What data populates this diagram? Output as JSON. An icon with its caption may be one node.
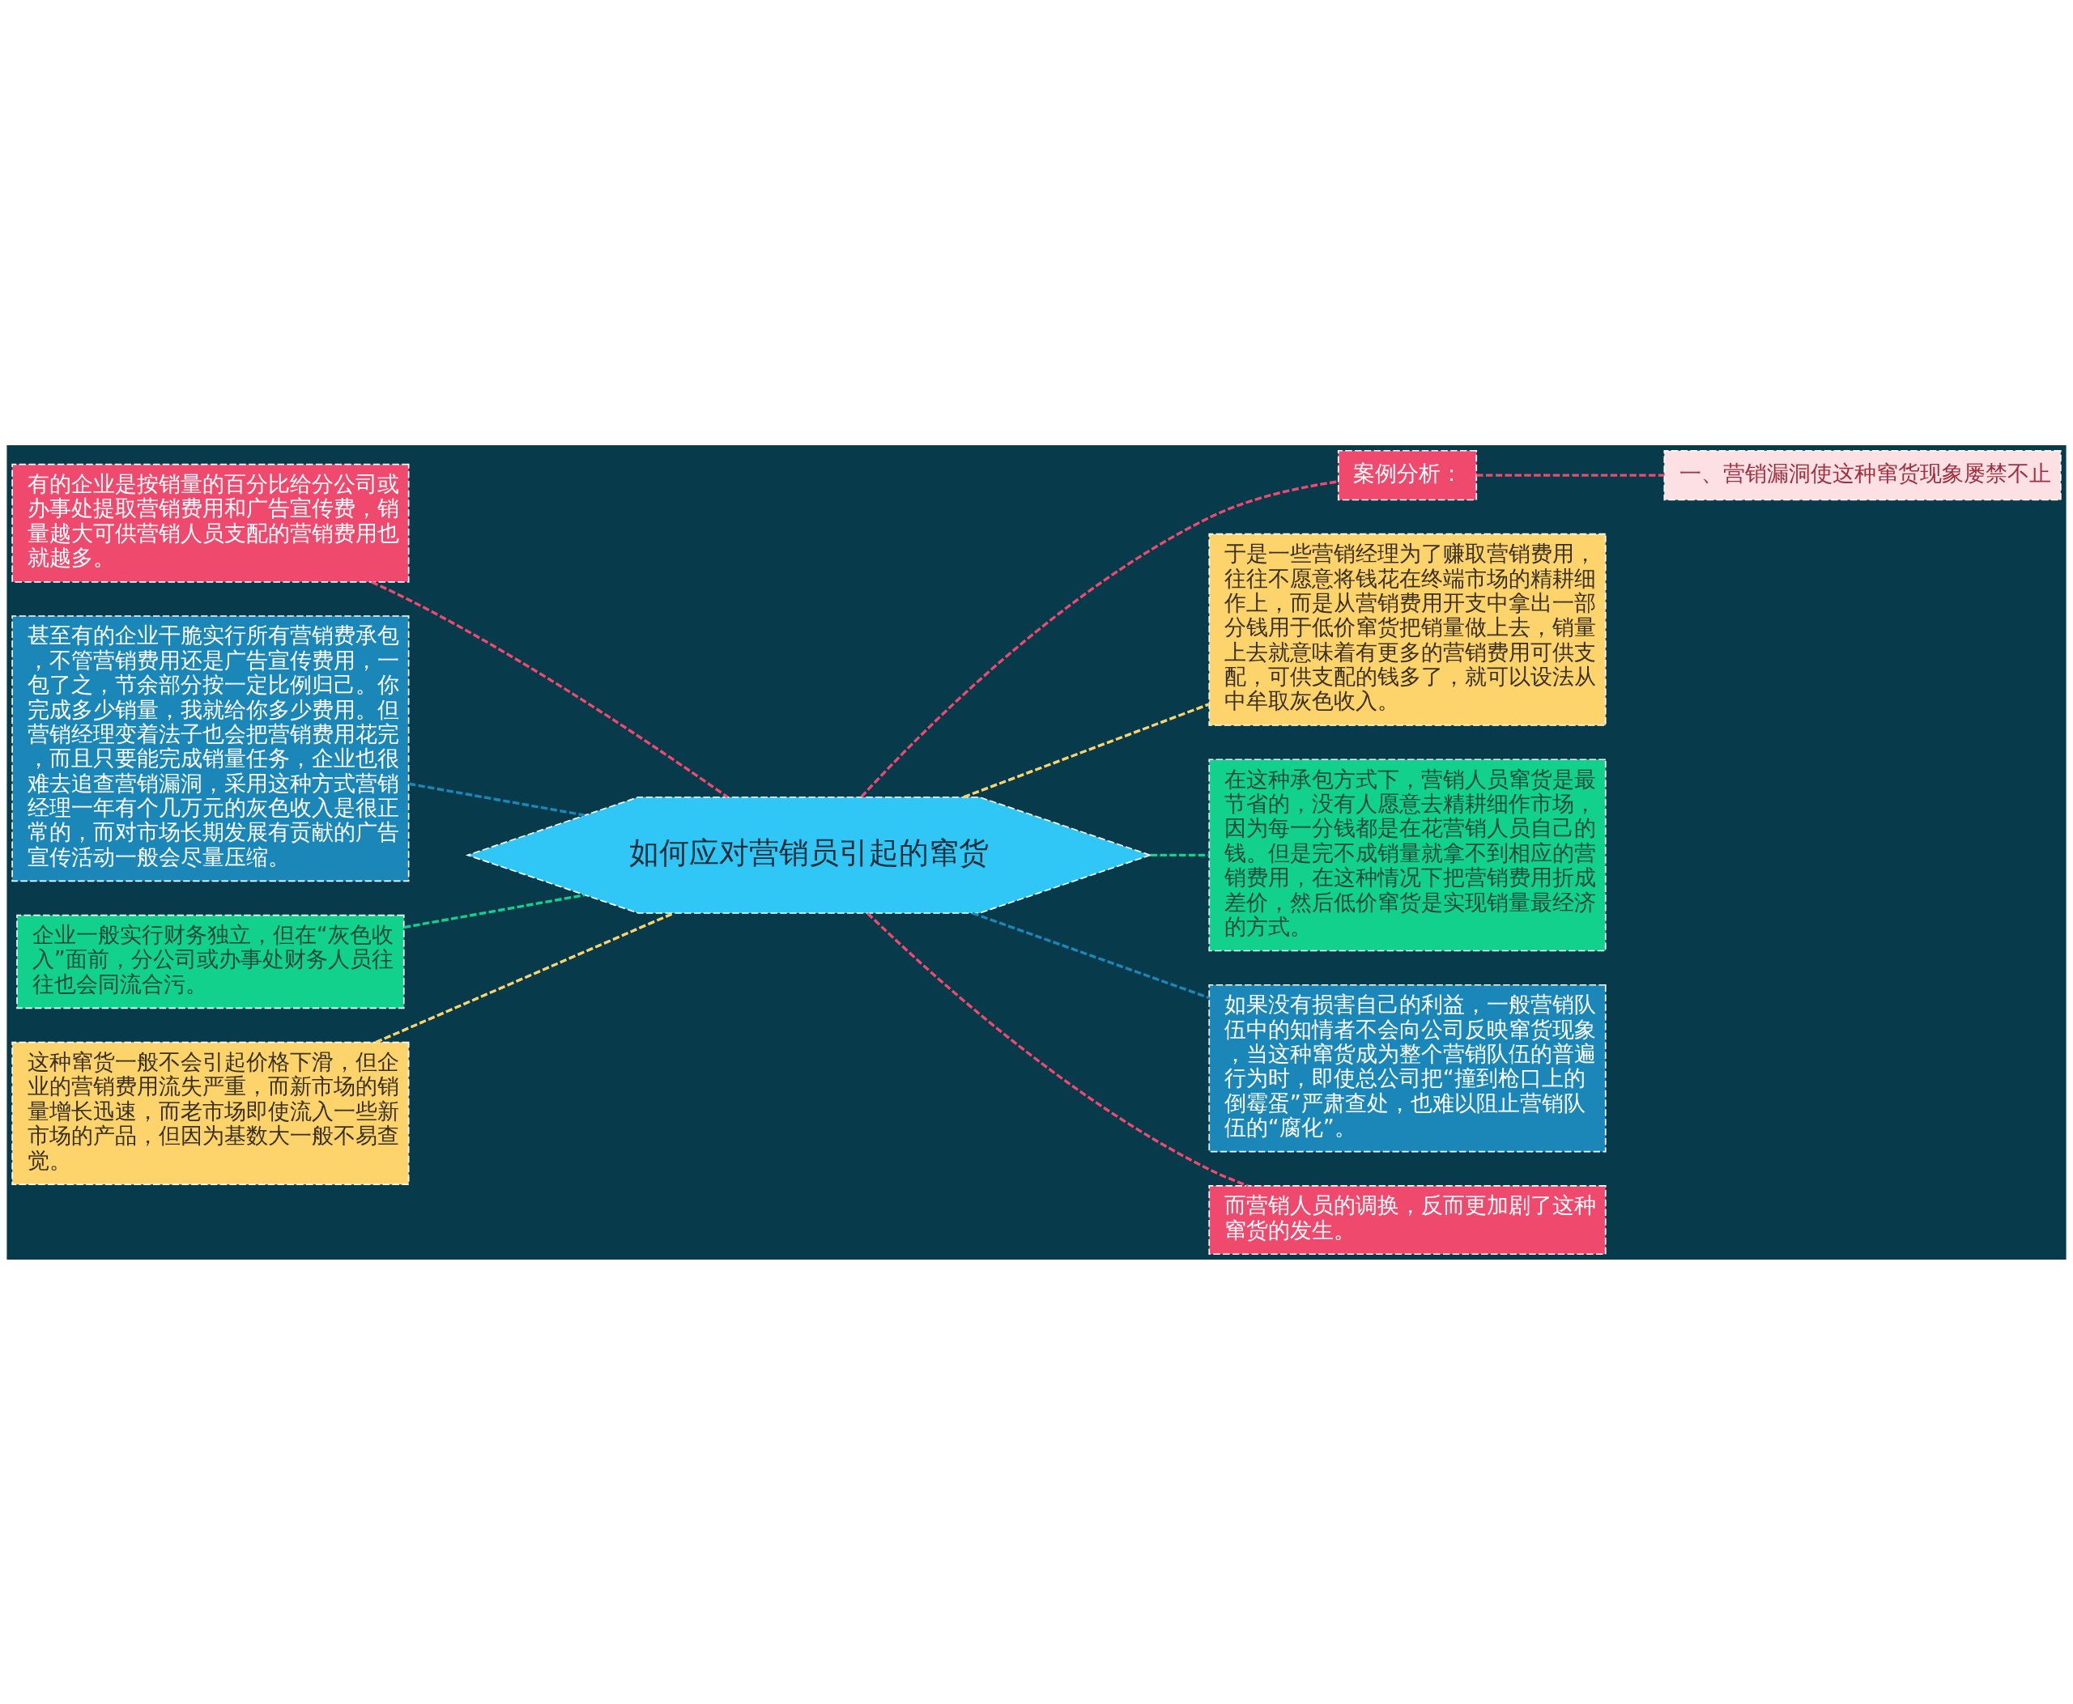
{
  "diagram": {
    "nodes": [
      {
        "text": [
          "如何应对营销员引起的窜货"
        ]
      },
      {
        "text": [
          "有的企业是按销量的百分比给分公司或办事处提取营销费用和广告宣传费，销量越大可供营销人员支配的营销费用也就越多。"
        ]
      },
      {
        "text": [
          "甚至有的企业干脆实行所有营销费承包，不管营销费用还是广告宣传费用，一包了之，节余部分按一定比例归己。你完成多少销量，我就给你多少费用。但营销经理变着法子也会把营销费用花完，而且只要能完成销量任务，企业也很难去追查营销漏洞，采用这种方式营销经理一年有个几万元的灰色收入是很正常的，而对市场长期发展有贡献的广告宣传活动一般会尽量压缩。"
        ]
      },
      {
        "text": [
          "企业一般实行财务独立，但在“灰色收入”面前，分公司或办事处财务人员往往也会同流合污。"
        ]
      },
      {
        "text": [
          "这种窜货一般不会引起价格下滑，但企业的营销费用流失严重，而新市场的销量增长迅速，而老市场即使流入一些新市场的产品，但因为基数大一般不易查觉。"
        ]
      },
      {
        "text": [
          "案例分析："
        ]
      },
      {
        "text": [
          "一、营销漏洞使这种窜货现象屡禁不止"
        ]
      },
      {
        "text": [
          "于是一些营销经理为了赚取营销费用，往往不愿意将钱花在终端市场的精耕细作上，而是从营销费用开支中拿出一部分钱用于低价窜货把销量做上去，销量上去就意味着有更多的营销费用可供支配，可供支配的钱多了，就可以设法从中牟取灰色收入。"
        ]
      },
      {
        "text": [
          "在这种承包方式下，营销人员窜货是最节省的，没有人愿意去精耕细作市场，因为每一分钱都是在花营销人员自己的钱。但是完不成销量就拿不到相应的营销费用，在这种情况下把营销费用折成差价，然后低价窜货是实现销量最经济的方式。"
        ]
      },
      {
        "text": [
          "如果没有损害自己的利益，一般营销队伍中的知情者不会向公司反映窜货现象，当这种窜货成为整个营销队伍的普遍行为时，即使总公司把“撞到枪口上的倒霉蛋”严肃查处，也难以阻止营销队伍的“腐化”。"
        ]
      },
      {
        "text": [
          "而营销人员的调换，反而更加剧了这种窜货的发生。"
        ]
      }
    ],
    "edges": [
      {
        "from": 0,
        "to": 1,
        "arrow": "none",
        "style": "dashed",
        "color": "#ef4a6d"
      },
      {
        "from": 0,
        "to": 2,
        "arrow": "none",
        "style": "dashed",
        "color": "#1a87b8"
      },
      {
        "from": 0,
        "to": 3,
        "arrow": "none",
        "style": "dashed",
        "color": "#11d18c"
      },
      {
        "from": 0,
        "to": 4,
        "arrow": "none",
        "style": "dashed",
        "color": "#fdd36b"
      },
      {
        "from": 0,
        "to": 5,
        "arrow": "none",
        "style": "dashed",
        "color": "#ef4a6d"
      },
      {
        "from": 5,
        "to": 6,
        "arrow": "none",
        "style": "dashed",
        "color": "#ef4a6d"
      },
      {
        "from": 0,
        "to": 7,
        "arrow": "none",
        "style": "dashed",
        "color": "#fdd36b"
      },
      {
        "from": 0,
        "to": 8,
        "arrow": "none",
        "style": "dashed",
        "color": "#11d18c"
      },
      {
        "from": 0,
        "to": 9,
        "arrow": "none",
        "style": "dashed",
        "color": "#1a87b8"
      },
      {
        "from": 0,
        "to": 10,
        "arrow": "none",
        "style": "dashed",
        "color": "#ef4a6d"
      }
    ]
  }
}
